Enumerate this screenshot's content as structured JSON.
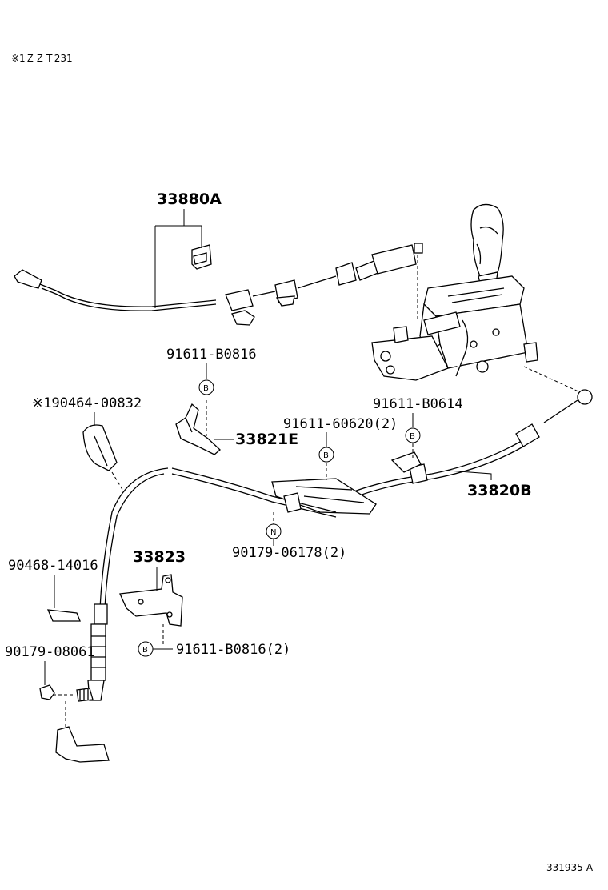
{
  "header_note": "※1ＺＺＴ231",
  "footer_code": "331935-A",
  "labels": {
    "p33880A": "33880A",
    "p91611_B0816_top": "91611-B0816",
    "p190464": "※190464-00832",
    "p33821E": "33821E",
    "p91611_60620": "91611-60620(2)",
    "p91611_B0614": "91611-B0614",
    "p33820B": "33820B",
    "p90179_06178": "90179-06178(2)",
    "p90468": "90468-14016",
    "p33823": "33823",
    "p90179_08061": "90179-08061",
    "p91611_B0816_bottom": "91611-B0816(2)"
  },
  "markers": {
    "b1": "B",
    "b2": "B",
    "b3": "B",
    "b4": "B",
    "n1": "N"
  },
  "icons": [
    "shift-lever-assembly-icon",
    "control-cable-icon",
    "clamp-icon",
    "bracket-icon",
    "bolt-icon",
    "nut-icon",
    "clip-icon"
  ]
}
